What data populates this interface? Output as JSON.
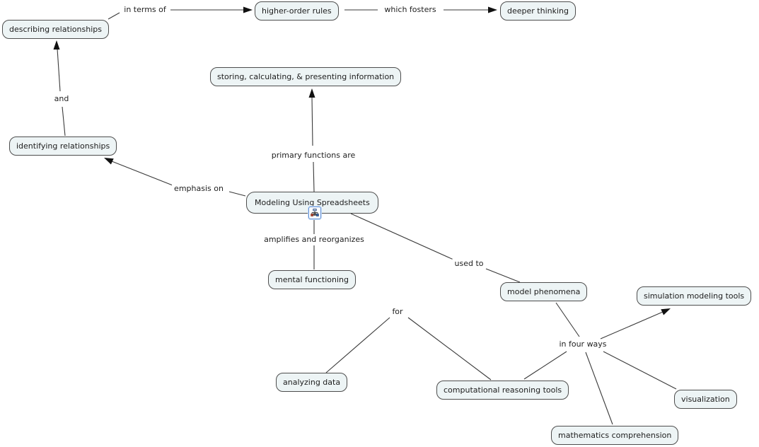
{
  "diagram_type": "concept-map",
  "colors": {
    "background": "#ffffff",
    "concept_fill": "#edf4f5",
    "concept_border": "#4d4d4d",
    "concept_text": "#1d1d1d",
    "connector_line": "#3a3a3a",
    "arrowhead": "#111111",
    "phrase_text": "#222222",
    "resource_icon_accent": "#5f8ed6"
  },
  "concepts": {
    "describing": {
      "label": "describing relationships"
    },
    "higher_order": {
      "label": "higher-order rules"
    },
    "deeper": {
      "label": "deeper thinking"
    },
    "storing": {
      "label": "storing, calculating, & presenting information"
    },
    "identifying": {
      "label": "identifying relationships"
    },
    "modeling": {
      "label": "Modeling Using Spreadsheets"
    },
    "mental": {
      "label": "mental functioning"
    },
    "model_phenomena": {
      "label": "model phenomena"
    },
    "simulation": {
      "label": "simulation modeling tools"
    },
    "analyzing": {
      "label": "analyzing data"
    },
    "computational": {
      "label": "computational reasoning tools"
    },
    "visualization": {
      "label": "visualization"
    },
    "mathematics": {
      "label": "mathematics comprehension"
    }
  },
  "phrases": {
    "in_terms_of": {
      "label": "in terms of"
    },
    "which_fosters": {
      "label": "which fosters"
    },
    "and": {
      "label": "and"
    },
    "primary_functions": {
      "label": "primary functions are"
    },
    "emphasis_on": {
      "label": "emphasis on"
    },
    "amplifies": {
      "label": "amplifies and reorganizes"
    },
    "used_to": {
      "label": "used to"
    },
    "for": {
      "label": "for"
    },
    "in_four_ways": {
      "label": "in four ways"
    }
  },
  "icons": {
    "modeling_resource": "concept-map-resource-icon"
  },
  "edges": [
    {
      "from": "identifying",
      "phrase": "and",
      "to": "describing",
      "arrowhead": true
    },
    {
      "from": "describing",
      "phrase": "in_terms_of",
      "to": "higher_order",
      "arrowhead": true
    },
    {
      "from": "higher_order",
      "phrase": "which_fosters",
      "to": "deeper",
      "arrowhead": true
    },
    {
      "from": "modeling",
      "phrase": "emphasis_on",
      "to": "identifying",
      "arrowhead": true
    },
    {
      "from": "modeling",
      "phrase": "primary_functions",
      "to": "storing",
      "arrowhead": true
    },
    {
      "from": "modeling",
      "phrase": "amplifies",
      "to": "mental",
      "arrowhead": false
    },
    {
      "from": "modeling",
      "phrase": "used_to",
      "to": "model_phenomena",
      "arrowhead": false
    },
    {
      "from": "model_phenomena",
      "phrase": "in_four_ways",
      "to": "simulation",
      "arrowhead": true
    },
    {
      "from": "model_phenomena",
      "phrase": "in_four_ways",
      "to": "computational",
      "arrowhead": false
    },
    {
      "from": "model_phenomena",
      "phrase": "in_four_ways",
      "to": "mathematics",
      "arrowhead": false
    },
    {
      "from": "model_phenomena",
      "phrase": "in_four_ways",
      "to": "visualization",
      "arrowhead": false
    },
    {
      "from": "computational",
      "phrase": "for",
      "to": "analyzing",
      "arrowhead": false
    }
  ]
}
